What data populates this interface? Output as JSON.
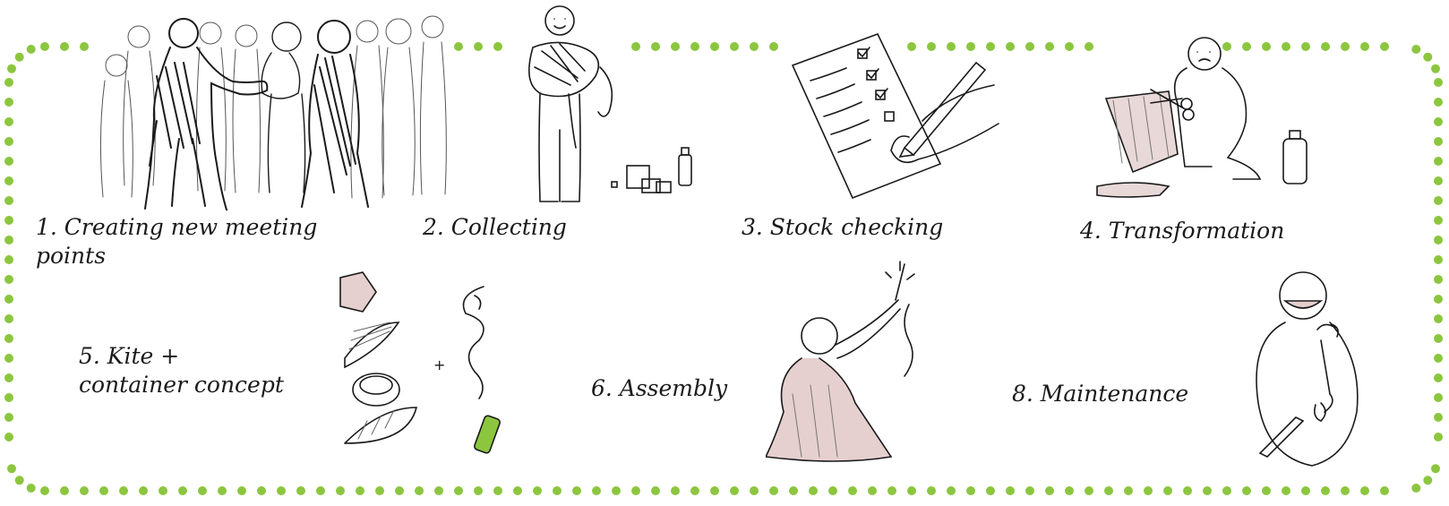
{
  "colors": {
    "dot_border": "#8cc63f",
    "ink": "#1a1a1a",
    "bottle_green": "#8cc63f"
  },
  "steps": [
    {
      "label": "1. Creating new meeting\npoints",
      "icon": "crowd-meeting-icon"
    },
    {
      "label": "2. Collecting",
      "icon": "person-carrying-materials-icon"
    },
    {
      "label": "3. Stock checking",
      "icon": "checklist-pen-icon"
    },
    {
      "label": "4. Transformation",
      "icon": "person-cutting-fabric-icon"
    },
    {
      "label": "5. Kite +\ncontainer concept",
      "icon": "kite-and-container-parts-icon"
    },
    {
      "label": "6. Assembly",
      "icon": "person-assembling-kite-icon"
    },
    {
      "label": "8. Maintenance",
      "icon": "person-with-wrench-icon"
    }
  ],
  "concept_plus": "+"
}
